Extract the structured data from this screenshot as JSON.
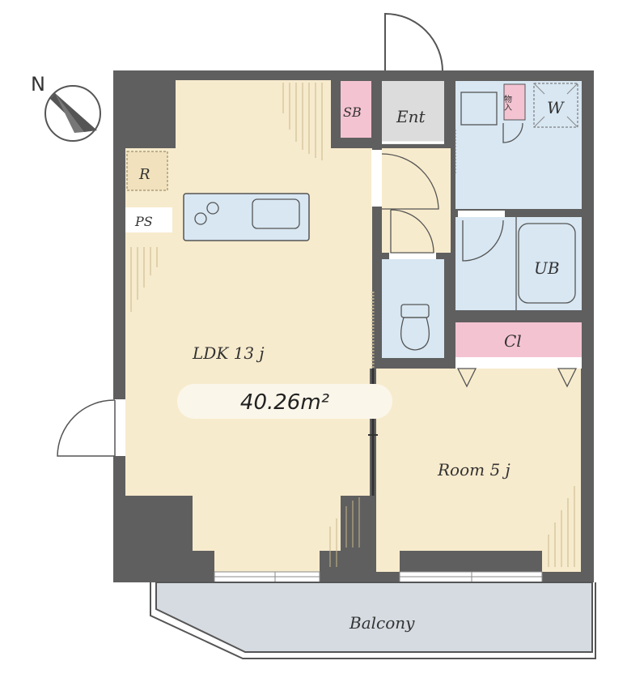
{
  "compass": {
    "north_letter": "N"
  },
  "rooms": {
    "ldk": "LDK  13 j",
    "room": "Room 5 j",
    "entrance": "Ent",
    "shoe_box": "SB",
    "storage": "物入",
    "washer": "W",
    "bath": "UB",
    "closet": "Cl",
    "refrigerator": "R",
    "pipe_space": "PS",
    "balcony": "Balcony"
  },
  "total_area": "40.26m²",
  "colors": {
    "wall": "#5f5f5f",
    "ldk_floor": "#f7ebcd",
    "wet_area": "#d8e7f2",
    "accent_pink": "#f4c3d2",
    "balcony": "#d5dbe1",
    "area_pill": "#fbf6ea"
  }
}
